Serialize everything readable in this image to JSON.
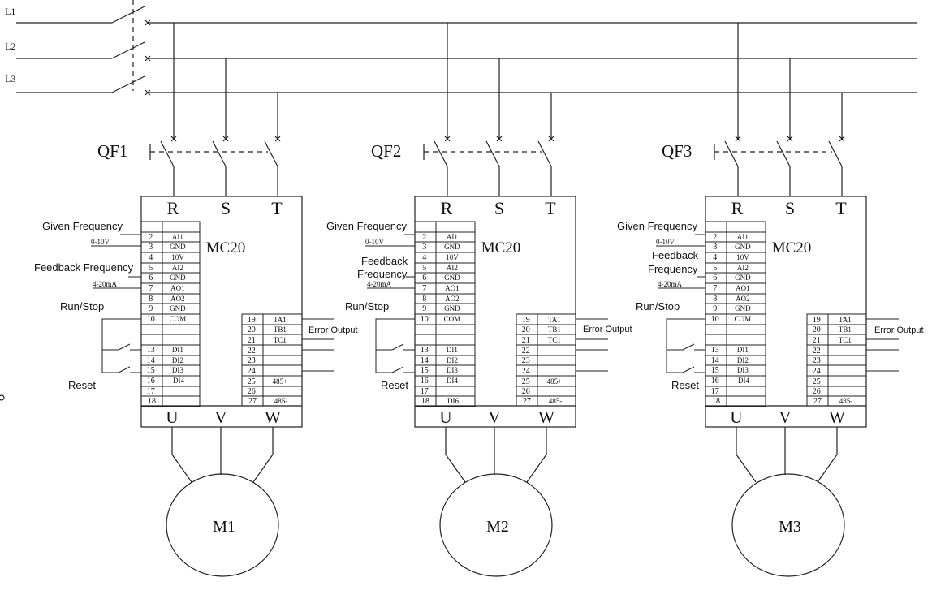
{
  "lines": [
    "L1",
    "L2",
    "L3"
  ],
  "breakers": [
    "QF1",
    "QF2",
    "QF3"
  ],
  "motors": [
    "M1",
    "M2",
    "M3"
  ],
  "inverter_model": "MC20",
  "input_terminals": [
    "R",
    "S",
    "T"
  ],
  "output_terminals": [
    "U",
    "V",
    "W"
  ],
  "signals": {
    "given_frequency": "Given Frequency",
    "analog_voltage": "0-10V",
    "feedback_frequency": "Feedback Frequency",
    "feedback_line1": "Feedback",
    "feedback_line2": "Frequency",
    "analog_current": "4-20mA",
    "run_stop": "Run/Stop",
    "reset": "Reset",
    "error_output": "Error Output"
  },
  "left_terminals": [
    {
      "num": "",
      "label": ""
    },
    {
      "num": "2",
      "label": "AI1"
    },
    {
      "num": "3",
      "label": "GND"
    },
    {
      "num": "4",
      "label": "10V"
    },
    {
      "num": "5",
      "label": "AI2"
    },
    {
      "num": "6",
      "label": "GND"
    },
    {
      "num": "7",
      "label": "AO1"
    },
    {
      "num": "8",
      "label": "AO2"
    },
    {
      "num": "9",
      "label": "GND"
    },
    {
      "num": "10",
      "label": "COM"
    },
    {
      "num": "",
      "label": ""
    },
    {
      "num": "",
      "label": ""
    },
    {
      "num": "13",
      "label": "DI1"
    },
    {
      "num": "14",
      "label": "DI2"
    },
    {
      "num": "15",
      "label": "DI3"
    },
    {
      "num": "16",
      "label": "DI4"
    },
    {
      "num": "17",
      "label": ""
    },
    {
      "num": "18",
      "label": ""
    }
  ],
  "left_terminal_18_label_unit2": "DI6",
  "right_terminals": [
    {
      "num": "19",
      "label": "TA1"
    },
    {
      "num": "20",
      "label": "TB1"
    },
    {
      "num": "21",
      "label": "TC1"
    },
    {
      "num": "22",
      "label": ""
    },
    {
      "num": "23",
      "label": ""
    },
    {
      "num": "24",
      "label": ""
    },
    {
      "num": "25",
      "label": "485+"
    },
    {
      "num": "26",
      "label": ""
    },
    {
      "num": "27",
      "label": "485-"
    }
  ]
}
